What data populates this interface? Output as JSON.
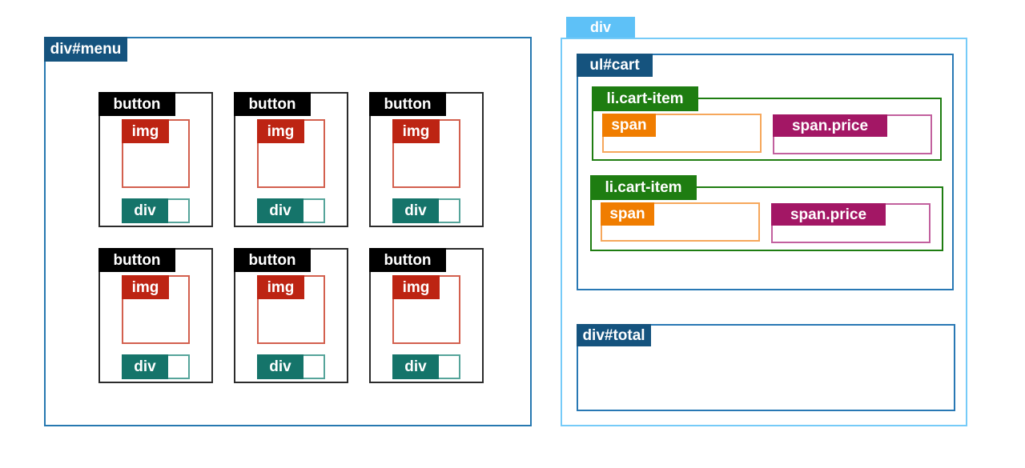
{
  "diagram": {
    "menu": {
      "label": "div#menu",
      "button_label": "button",
      "img_label": "img",
      "div_label": "div",
      "button_count": 6
    },
    "cart": {
      "wrapper_label": "div",
      "list_label": "ul#cart",
      "item_label": "li.cart-item",
      "name_label": "span",
      "price_label": "span.price",
      "total_label": "div#total",
      "item_count": 2
    }
  },
  "colors": {
    "navy": "#15537e",
    "menu_border": "#2678b0",
    "inner_blue_border": "#2878b4",
    "black": "#000000",
    "button_border": "#2b2b2b",
    "red": "#bd2413",
    "red_border": "#d3604e",
    "teal": "#15746a",
    "teal_border": "#55a49a",
    "green": "#1e7d11",
    "orange": "#f07d00",
    "orange_border": "#f6a75b",
    "magenta": "#a31765",
    "magenta_border": "#c2609e",
    "sky": "#5ec1f7",
    "sky_border": "#76cbf8"
  }
}
